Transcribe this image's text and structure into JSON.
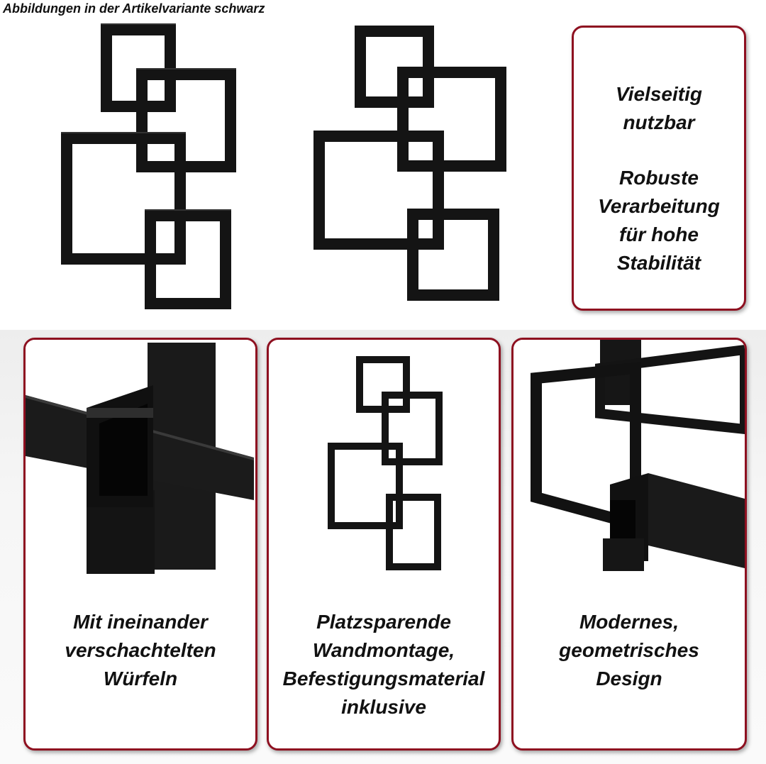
{
  "caption": "Abbildungen in der Artikelvariante schwarz",
  "colors": {
    "accent_border": "#8e1020",
    "shelf": "#141414",
    "shelf_edge": "#2a2a2a"
  },
  "top_card": {
    "group1": [
      "Vielseitig",
      "nutzbar"
    ],
    "group2": [
      "Robuste",
      "Verarbeitung",
      "für hohe",
      "Stabilität"
    ]
  },
  "cards": [
    {
      "lines": [
        "Mit ineinander",
        "verschachtelten",
        "Würfeln"
      ]
    },
    {
      "lines": [
        "Platzsparende",
        "Wandmontage,",
        "Befestigungsmaterial",
        "inklusive"
      ]
    },
    {
      "lines": [
        "Modernes,",
        "geometrisches",
        "Design"
      ]
    }
  ],
  "images": {
    "shelf_front": "shelf-set-angled-photo",
    "shelf_straight": "shelf-set-front-photo",
    "closeup_joint": "joint-closeup-photo",
    "wall_mount": "wall-mounted-photo",
    "design_detail": "design-detail-photo"
  }
}
